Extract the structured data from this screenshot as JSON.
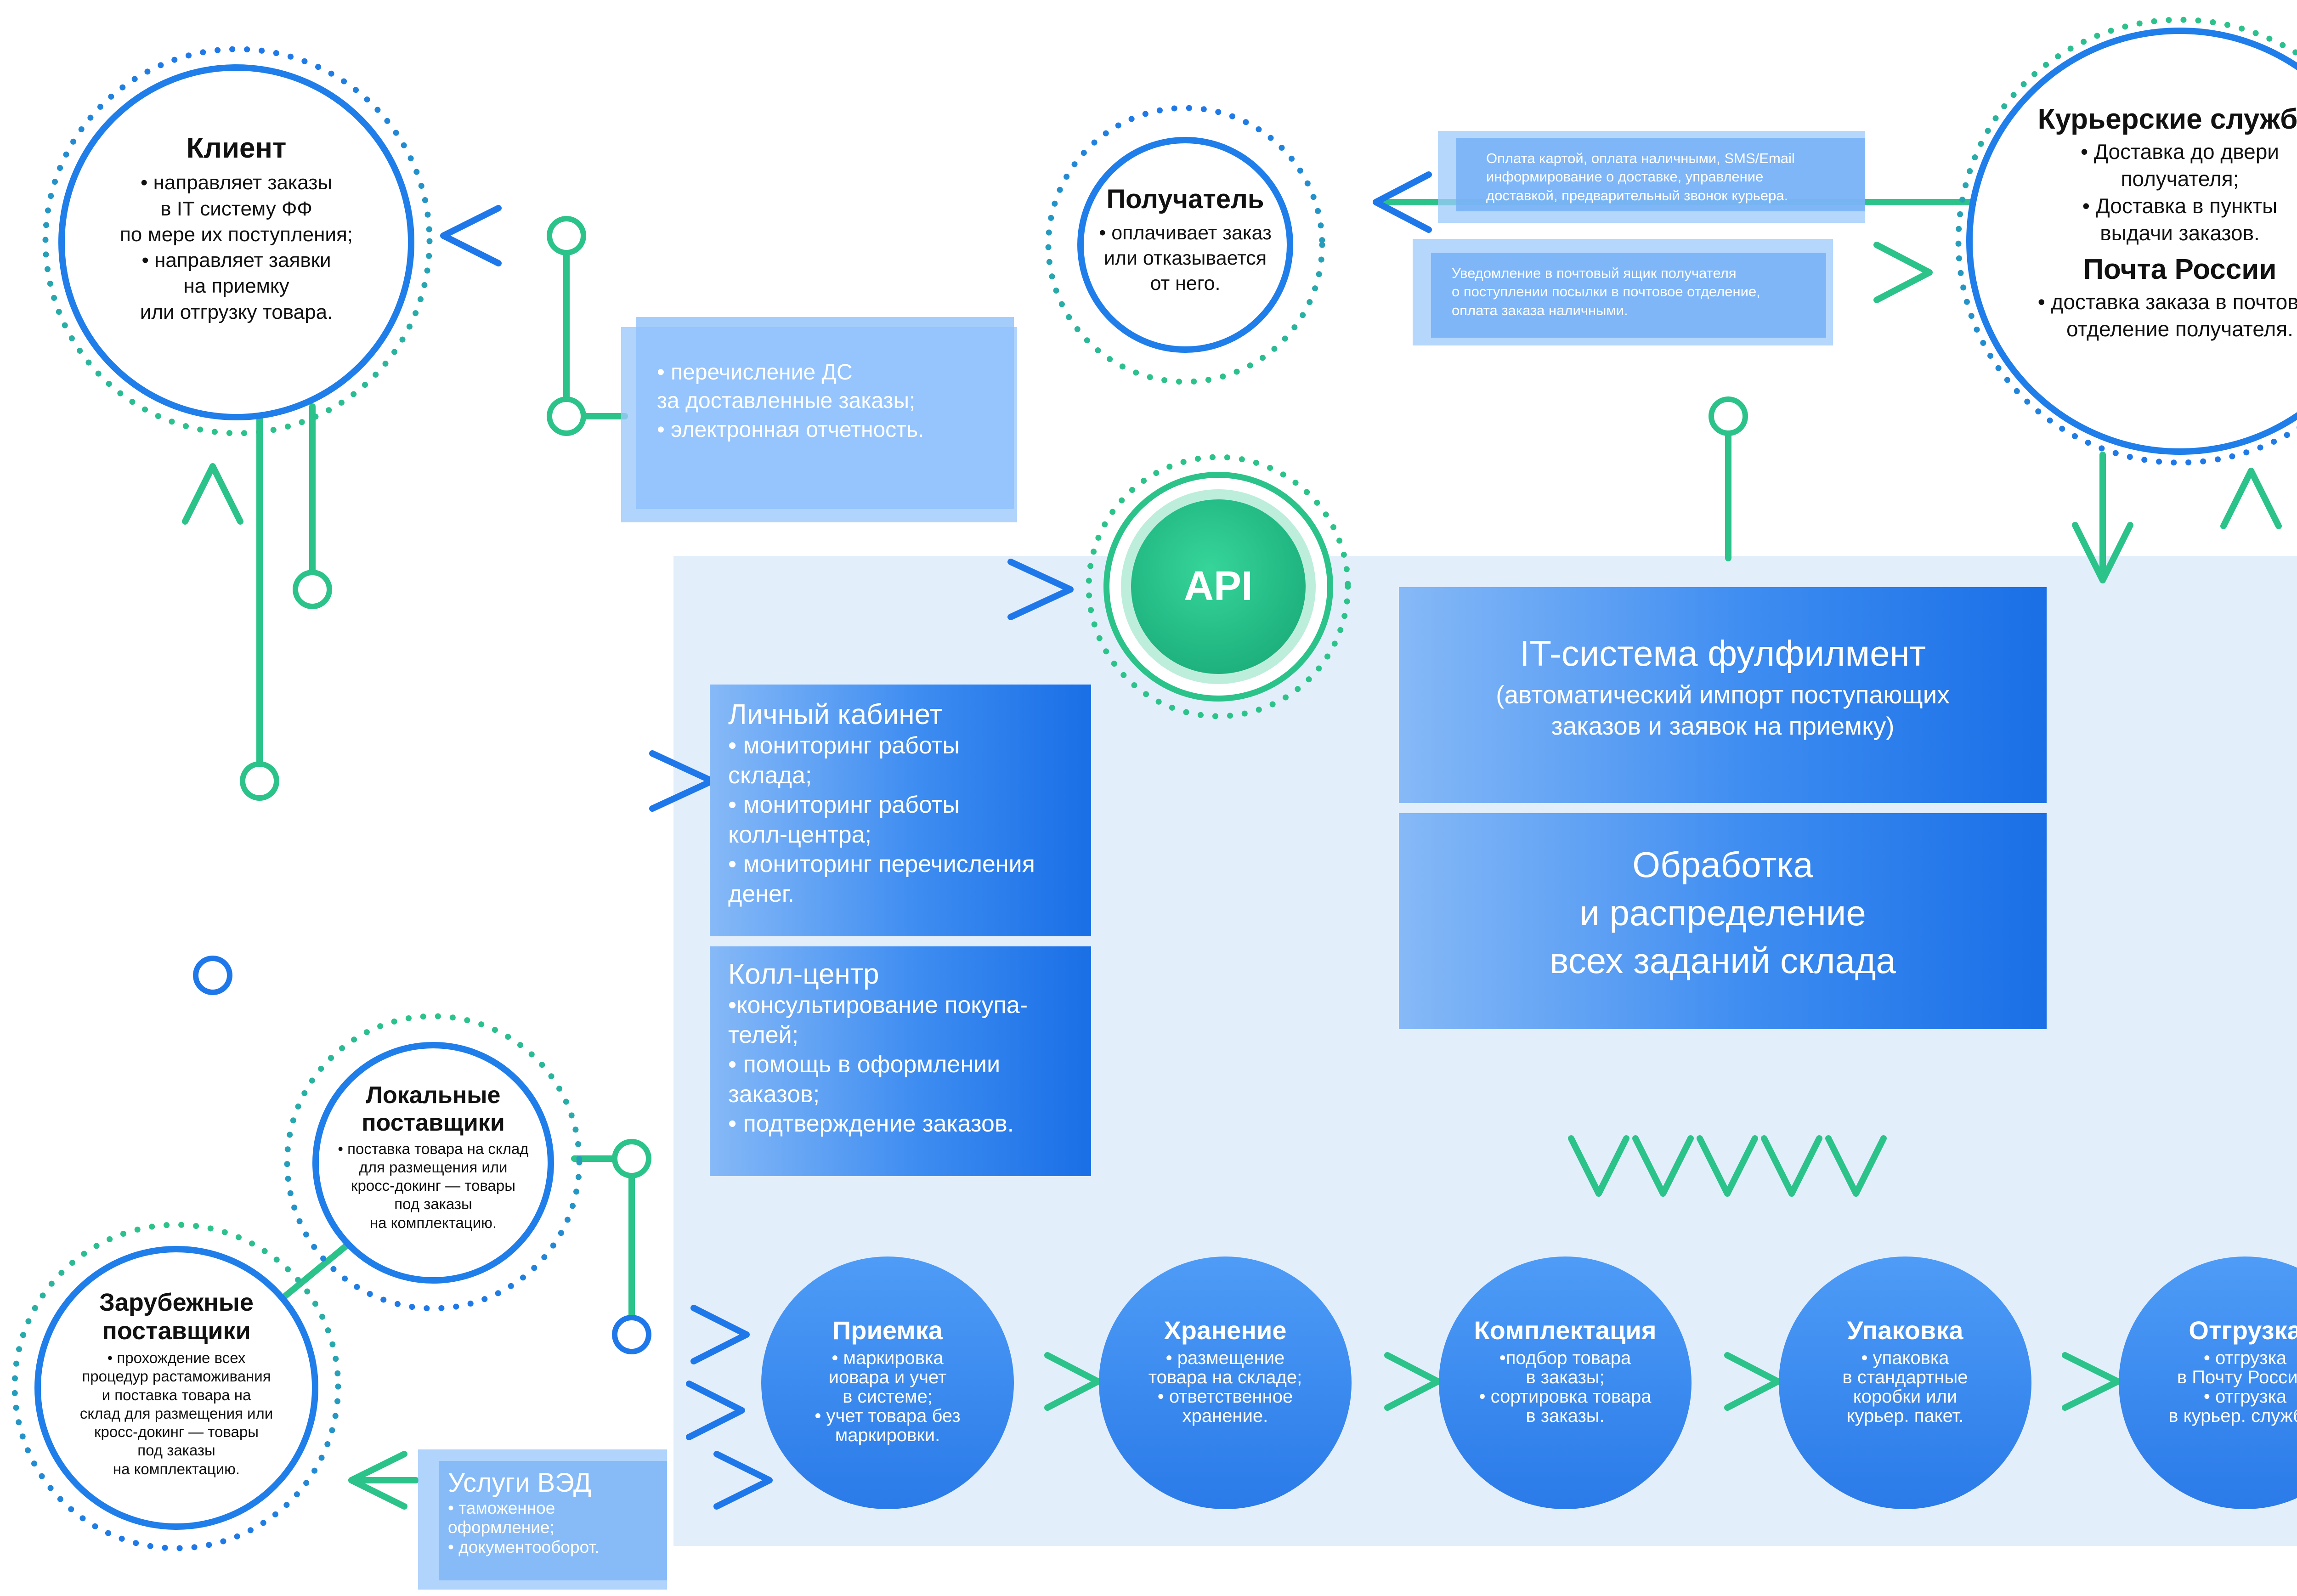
{
  "colors": {
    "green": "#2cc38a",
    "blue": "#1f78ea",
    "light_blue_box": "#8ec0fb",
    "panel": "#e3eefb",
    "node_border": "#1f7ee9",
    "api_fill": "#27c28b"
  },
  "client": {
    "title": "Клиент",
    "lines": [
      "• направляет заказы",
      "в IT систему ФФ",
      "по мере их поступления;",
      "• направляет заявки",
      "на приемку",
      "или отгрузку товара."
    ]
  },
  "recipient": {
    "title": "Получатель",
    "lines": [
      "• оплачивает заказ",
      "или отказывается",
      "от него."
    ]
  },
  "couriers": {
    "title": "Курьерские службы",
    "lines": [
      "• Доставка до двери",
      "получателя;",
      "• Доставка в пункты",
      "выдачи заказов."
    ],
    "title2": "Почта России",
    "lines2": [
      "• доставка заказа в почтовое",
      "отделение получателя."
    ]
  },
  "note_payment": {
    "lines": [
      "Оплата картой, оплата наличными, SMS/Email",
      "информирование о доставке, управление",
      "доставкой, предварительный звонок курьера."
    ]
  },
  "note_post": {
    "lines": [
      "Уведомление в почтовый ящик получателя",
      "о поступлении посылки в почтовое отделение,",
      "оплата заказа наличными."
    ]
  },
  "transfer_box": {
    "lines": [
      "• перечисление ДС",
      "за доставленные заказы;",
      "• электронная отчетность."
    ]
  },
  "api": {
    "label": "API"
  },
  "it_system": {
    "title": "IT-система фулфилмент",
    "lines": [
      "(автоматический импорт поступающих",
      "заказов и заявок на приемку)"
    ]
  },
  "processing": {
    "lines": [
      "Обработка",
      "и распределение",
      "всех заданий склада"
    ]
  },
  "cabinet": {
    "title": "Личный кабинет",
    "lines": [
      "• мониторинг работы",
      "склада;",
      "• мониторинг работы",
      "колл-центра;",
      "• мониторинг перечисления",
      "денег."
    ]
  },
  "callcenter": {
    "title": "Колл-центр",
    "lines": [
      "•консультирование покупа-",
      "телей;",
      "• помощь в оформлении",
      "заказов;",
      "• подтверждение заказов."
    ]
  },
  "local_suppliers": {
    "title_lines": [
      "Локальные",
      "поставщики"
    ],
    "lines": [
      "• поставка товара на склад",
      "для размещения или",
      "кросс-докинг — товары",
      "под заказы",
      "на комплектацию."
    ]
  },
  "foreign_suppliers": {
    "title_lines": [
      "Зарубежные",
      "поставщики"
    ],
    "lines": [
      "• прохождение всех",
      "процедур растаможивания",
      "и поставка товара на",
      "склад для размещения или",
      "кросс-докинг — товары",
      "под заказы",
      "на комплектацию."
    ]
  },
  "ved": {
    "title": "Услуги ВЭД",
    "lines": [
      "• таможенное",
      "оформление;",
      "• документооборот."
    ]
  },
  "stages": [
    {
      "title": "Приемка",
      "lines": [
        "• маркировка",
        "иовара и учет",
        "в системе;",
        "• учет товара без",
        "маркировки."
      ]
    },
    {
      "title": "Хранение",
      "lines": [
        "• размещение",
        "товара на складе;",
        "• ответственное",
        "хранение."
      ]
    },
    {
      "title": "Комплектация",
      "lines": [
        "•подбор товара",
        "в заказы;",
        "• сортировка товара",
        "в заказы."
      ]
    },
    {
      "title": "Упаковка",
      "lines": [
        "• упаковка",
        "в стандартные",
        "коробки или",
        "курьер. пакет."
      ]
    },
    {
      "title": "Отгрузка",
      "lines": [
        "• отгрузка",
        "в Почту России;",
        "• отгрузка",
        "в курьер. службы."
      ]
    }
  ]
}
